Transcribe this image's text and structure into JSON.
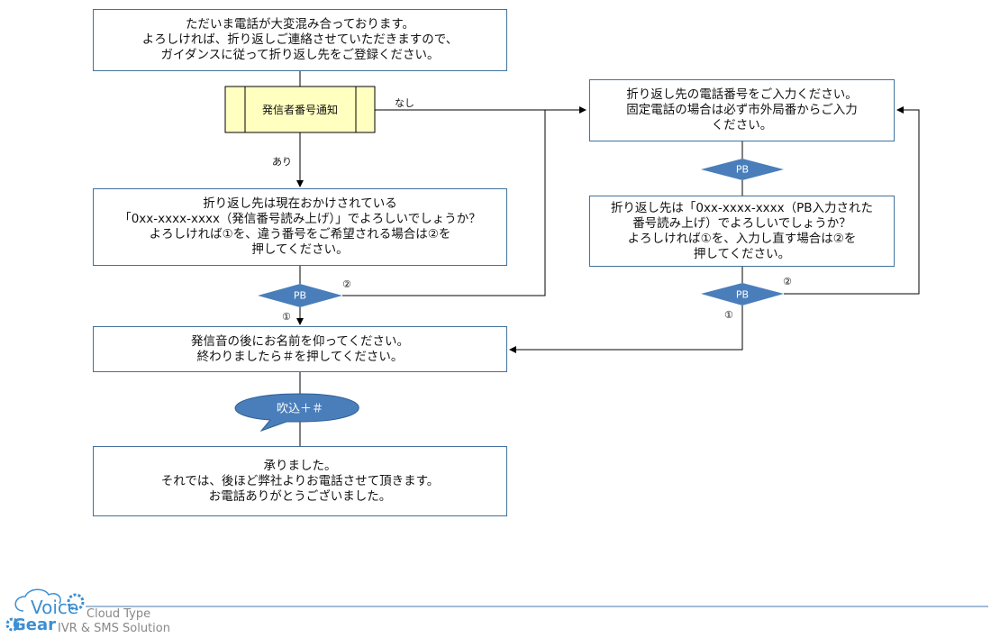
{
  "nodes": {
    "greeting": "ただいま電話が大変混み合っております。\nよろしければ、折り返しご連絡させていただきますので、\nガイダンスに従って折り返し先をご登録ください。",
    "caller_id_check": "発信者番号通知",
    "confirm_number": "折り返し先は現在おかけされている\n「0xx-xxxx-xxxx（発信番号読み上げ）」でよろしいでしょうか？\nよろしければ①を、違う番号をご希望される場合は②を\n押してください。",
    "record_name": "発信音の後にお名前を仰ってください。\n終わりましたら＃を押してください。",
    "recording": "吹込＋＃",
    "complete": "承りました。\nそれでは、後ほど弊社よりお電話させて頂きます。\nお電話ありがとうございました。",
    "enter_number": "折り返し先の電話番号をご入力ください。\n固定電話の場合は必ず市外局番からご入力\nください。",
    "pb_input": "PB",
    "confirm_entered": "折り返し先は「0xx-xxxx-xxxx（PB入力された\n番号読み上げ）でよろしいでしょうか？\nよろしければ①を、入力し直す場合は②を\n押してください。",
    "pb_confirm_left": "PB",
    "pb_confirm_right": "PB"
  },
  "edge_labels": {
    "none": "なし",
    "present": "あり",
    "left_opt2": "②",
    "left_opt1": "①",
    "right_opt2": "②",
    "right_opt1": "①"
  },
  "logo": {
    "voice": "Voice",
    "gear": "Gear",
    "line1": "Cloud Type",
    "line2": "IVR & SMS Solution"
  },
  "colors": {
    "border": "#41719c",
    "decision": "#4a7ebb",
    "process_fill": "#ffffc0"
  }
}
